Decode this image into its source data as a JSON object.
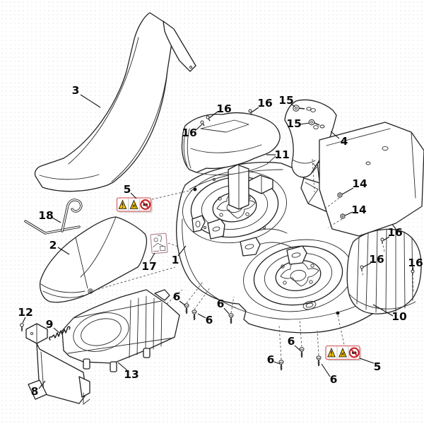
{
  "diagram": {
    "type": "exploded-parts-diagram",
    "subject": "lawn-mower-deck-assembly",
    "background_color": "#ffffff",
    "line_color": "#222222",
    "callouts": {
      "p1": "1",
      "p2": "2",
      "p3": "3",
      "p4": "4",
      "p5a": "5",
      "p5b": "5",
      "p6a": "6",
      "p6b": "6",
      "p6c": "6",
      "p6d": "6",
      "p6e": "6",
      "p6f": "6",
      "p8": "8",
      "p9": "9",
      "p10": "10",
      "p11": "11",
      "p12": "12",
      "p13": "13",
      "p14a": "14",
      "p14b": "14",
      "p15a": "15",
      "p15b": "15",
      "p16a": "16",
      "p16b": "16",
      "p16c": "16",
      "p16d": "16",
      "p16e": "16",
      "p16f": "16",
      "p17": "17",
      "p18": "18"
    },
    "warning_label": {
      "border_color": "#d96a6c",
      "background": "#ffffff",
      "triangle_color": "#f2c200",
      "prohibition_color": "#c8232a",
      "icons": [
        "warning-triangle-icon",
        "thrown-objects-triangle-icon",
        "no-hands-prohibition-icon"
      ]
    },
    "info_label": {
      "border_color": "#b88a92",
      "icons": [
        "discharge-chute-pictogram"
      ]
    }
  }
}
